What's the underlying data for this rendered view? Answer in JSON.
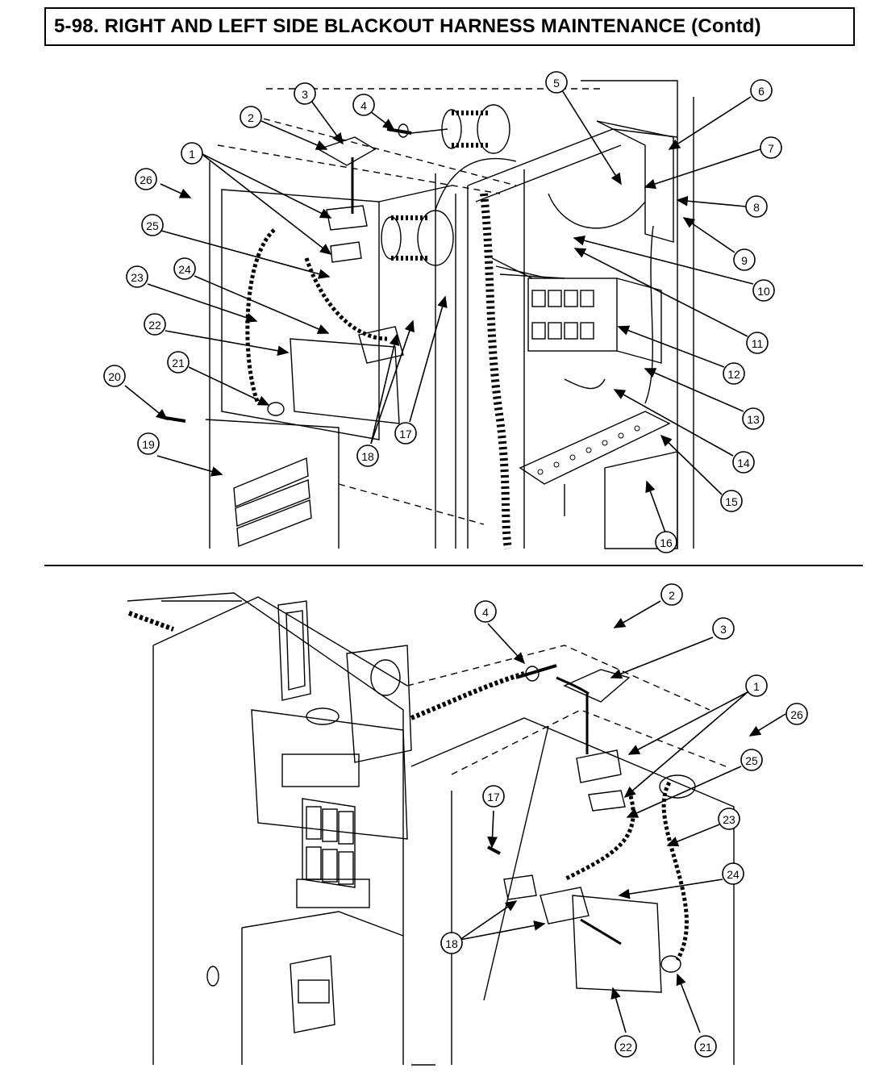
{
  "header": {
    "title": "5-98.  RIGHT AND LEFT SIDE BLACKOUT HARNESS MAINTENANCE (Contd)"
  },
  "top_view": {
    "callouts": [
      "1",
      "2",
      "3",
      "4",
      "5",
      "6",
      "7",
      "8",
      "9",
      "10",
      "11",
      "12",
      "13",
      "14",
      "15",
      "16",
      "17",
      "18",
      "19",
      "20",
      "21",
      "22",
      "23",
      "24",
      "25",
      "26"
    ]
  },
  "bottom_view": {
    "callouts": [
      "1",
      "2",
      "3",
      "4",
      "17",
      "18",
      "21",
      "22",
      "23",
      "24",
      "25",
      "26"
    ]
  }
}
